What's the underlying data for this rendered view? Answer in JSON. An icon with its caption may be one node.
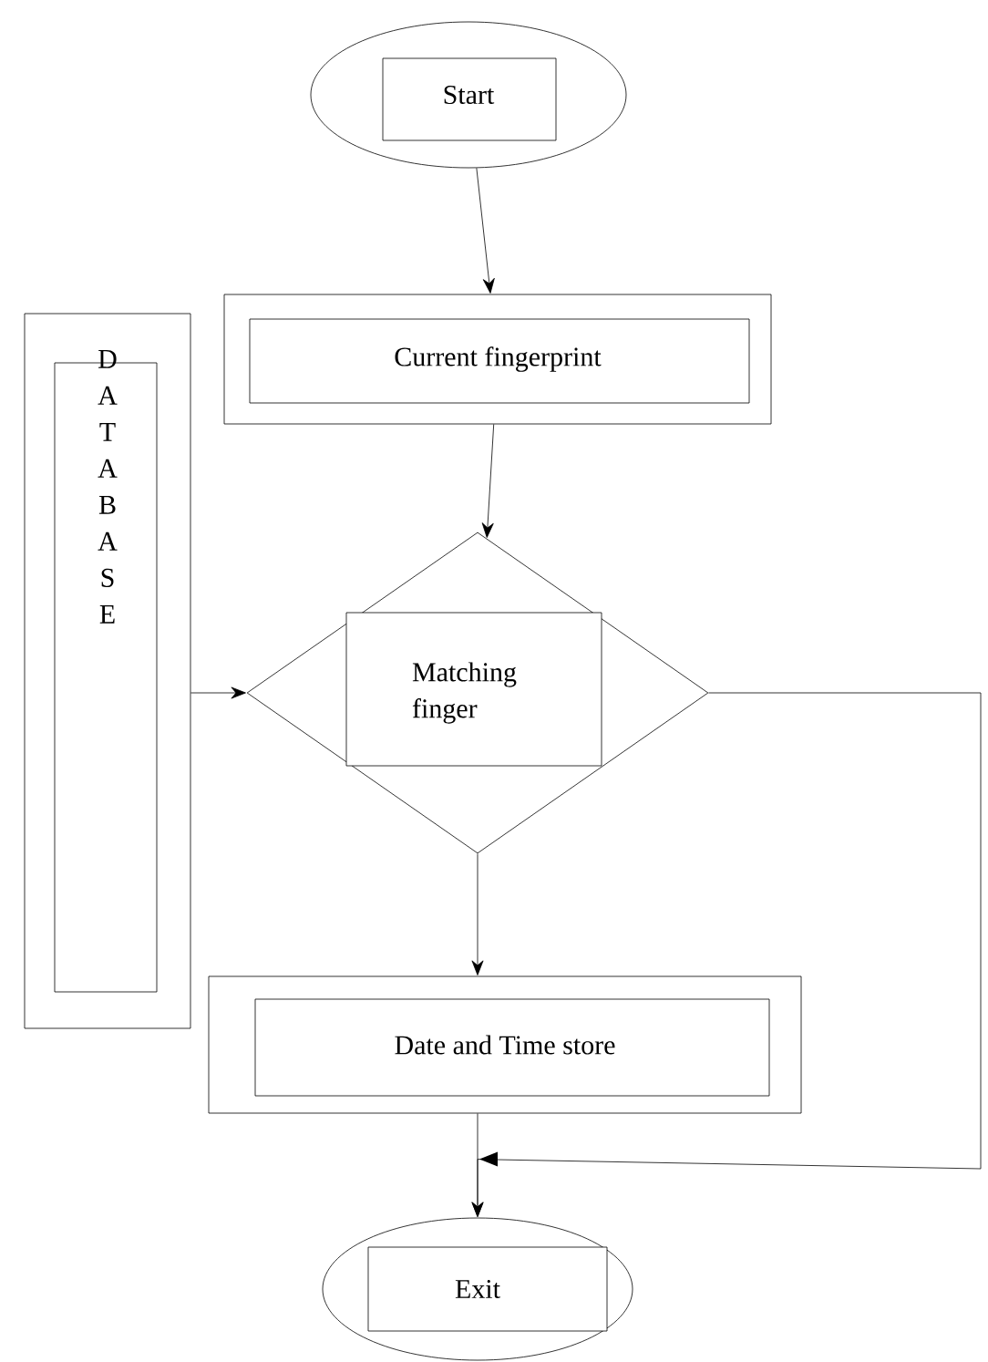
{
  "diagram": {
    "nodes": [
      {
        "text": [
          "Start"
        ]
      },
      {
        "text": [
          "Current fingerprint"
        ]
      },
      {
        "text": [
          "D A T A B A S E"
        ]
      },
      {
        "text": [
          "Matching finger"
        ]
      },
      {
        "text": [
          "Date and Time store"
        ]
      },
      {
        "text": [
          "Exit"
        ]
      }
    ],
    "edges": [
      {
        "from": 0,
        "to": 1,
        "arrow": "to"
      },
      {
        "from": 1,
        "to": 3,
        "arrow": "to"
      },
      {
        "from": 2,
        "to": 3,
        "arrow": "to"
      },
      {
        "from": 3,
        "to": 4,
        "arrow": "to"
      },
      {
        "from": 4,
        "to": 5,
        "arrow": "to"
      },
      {
        "from": 3,
        "to": 5,
        "arrow": "to"
      }
    ]
  }
}
